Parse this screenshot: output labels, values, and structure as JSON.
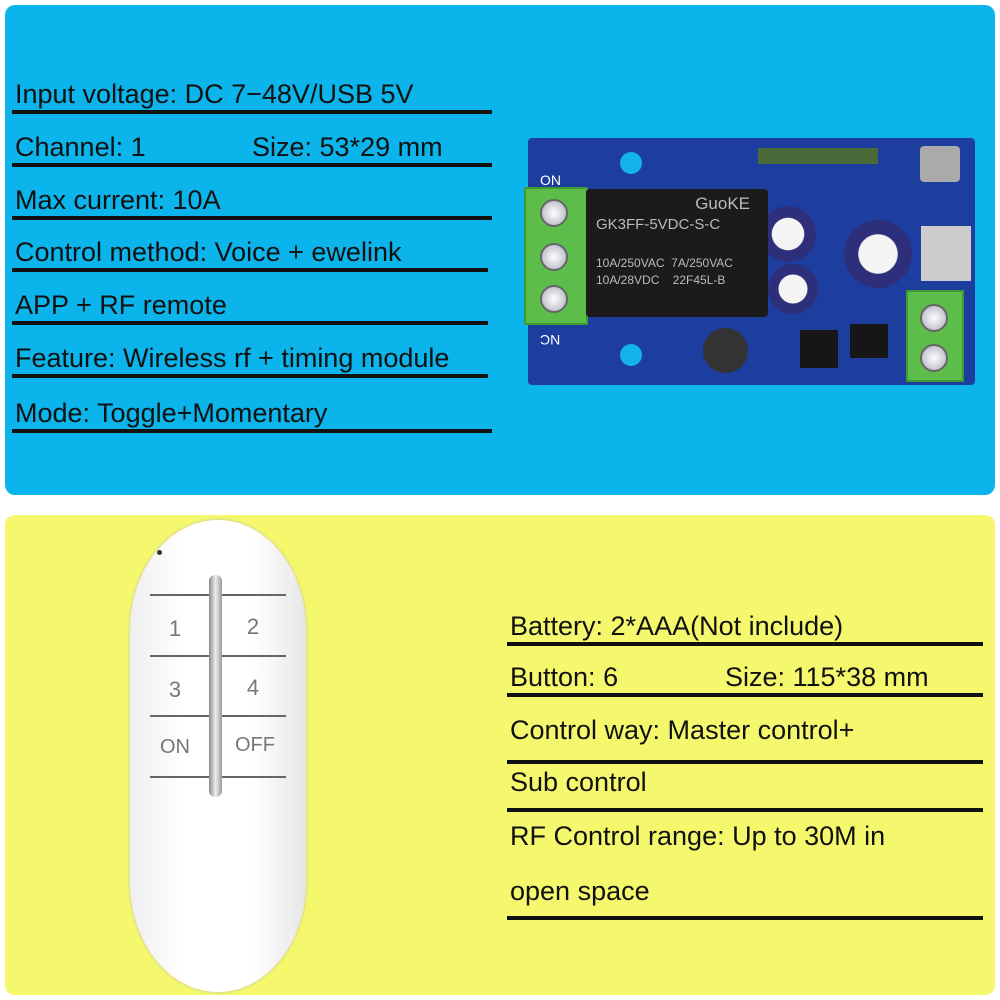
{
  "module_specs": [
    {
      "text": "Input voltage: DC 7−48V/USB 5V"
    },
    {
      "text": "Channel: 1",
      "right": "Size: 53*29 mm"
    },
    {
      "text": "Max current: 10A"
    },
    {
      "text": "Control method: Voice + ewelink"
    },
    {
      "text": "APP + RF remote"
    },
    {
      "text": "Feature: Wireless rf + timing module"
    },
    {
      "text": "Mode: Toggle+Momentary"
    }
  ],
  "remote_specs": [
    {
      "text": "Battery: 2*AAA(Not include)"
    },
    {
      "text": "Button: 6",
      "right": "Size: 115*38 mm"
    },
    {
      "text": "Control way: Master control+"
    },
    {
      "text": "Sub control"
    },
    {
      "text": "RF Control range: Up to 30M in"
    },
    {
      "text": "open space"
    }
  ],
  "pcb": {
    "on": "ON",
    "nc": "NC",
    "relay_brand": "GuoKE",
    "relay_model": "GK3FF-5VDC-S-C",
    "relay_rating1": "10A/250VAC  7A/250VAC",
    "relay_rating2": "10A/28VDC    22F45L-B"
  },
  "remote": {
    "buttons": [
      "1",
      "2",
      "3",
      "4",
      "ON",
      "OFF"
    ]
  },
  "colors": {
    "top_panel": "#0bb4ea",
    "bottom_panel": "#f5f86c"
  }
}
